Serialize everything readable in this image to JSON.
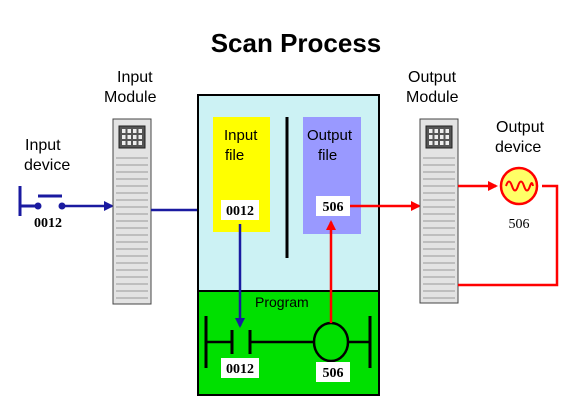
{
  "title": "Scan Process",
  "input_device": {
    "label_line1": "Input",
    "label_line2": "device",
    "address": "0012"
  },
  "input_module": {
    "label_line1": "Input",
    "label_line2": "Module"
  },
  "output_module": {
    "label_line1": "Output",
    "label_line2": "Module"
  },
  "output_device": {
    "label_line1": "Output",
    "label_line2": "device",
    "address": "506"
  },
  "input_file": {
    "label_line1": "Input",
    "label_line2": "file",
    "value": "0012"
  },
  "output_file": {
    "label_line1": "Output",
    "label_line2": "file",
    "value": "506"
  },
  "program": {
    "label": "Program",
    "contact_address": "0012",
    "coil_address": "506"
  },
  "colors": {
    "processor_bg": "#ccf2f4",
    "input_file_bg": "#ffff00",
    "output_file_bg": "#9999ff",
    "program_bg": "#00e000",
    "input_arrow": "#1a1aa0",
    "output_arrow": "#ff0000",
    "module_fill": "#e3e3e3"
  }
}
